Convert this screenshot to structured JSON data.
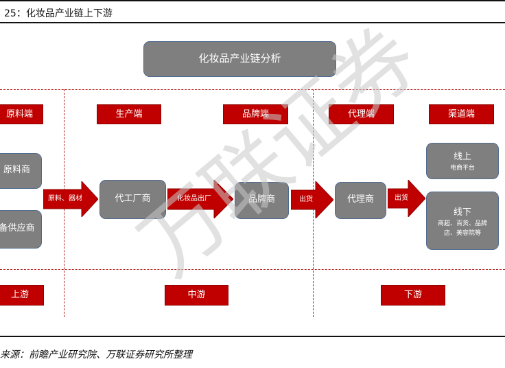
{
  "figure": {
    "title": "25：化妆品产业链上下游"
  },
  "diagram": {
    "main_title": "化妆品产业链分析",
    "stage_labels": {
      "raw": "原料端",
      "production": "生产端",
      "brand": "品牌端",
      "agency": "代理端",
      "channel": "渠道端"
    },
    "nodes": {
      "raw_supplier": "原料商",
      "equipment_supplier": "备供应商",
      "oem": "代工厂商",
      "brand_owner": "品牌商",
      "agent": "代理商",
      "online": {
        "title": "线上",
        "subtitle": "电商平台"
      },
      "offline": {
        "title": "线下",
        "subtitle": "商超、百货、品牌店、美容院等"
      }
    },
    "arrows": {
      "raw_to_oem": "原料、器材",
      "oem_to_brand": "化妆品出厂",
      "brand_to_agent": "出货",
      "agent_to_channel": "出货"
    },
    "segments": {
      "upstream": "上游",
      "midstream": "中游",
      "downstream": "下游"
    }
  },
  "source": "来源：前瞻产业研究院、万联证券研究所整理",
  "watermark": "万联证券",
  "colors": {
    "accent_red": "#c00000",
    "node_gray": "#7f7f7f",
    "node_border": "#4f6a8f"
  }
}
